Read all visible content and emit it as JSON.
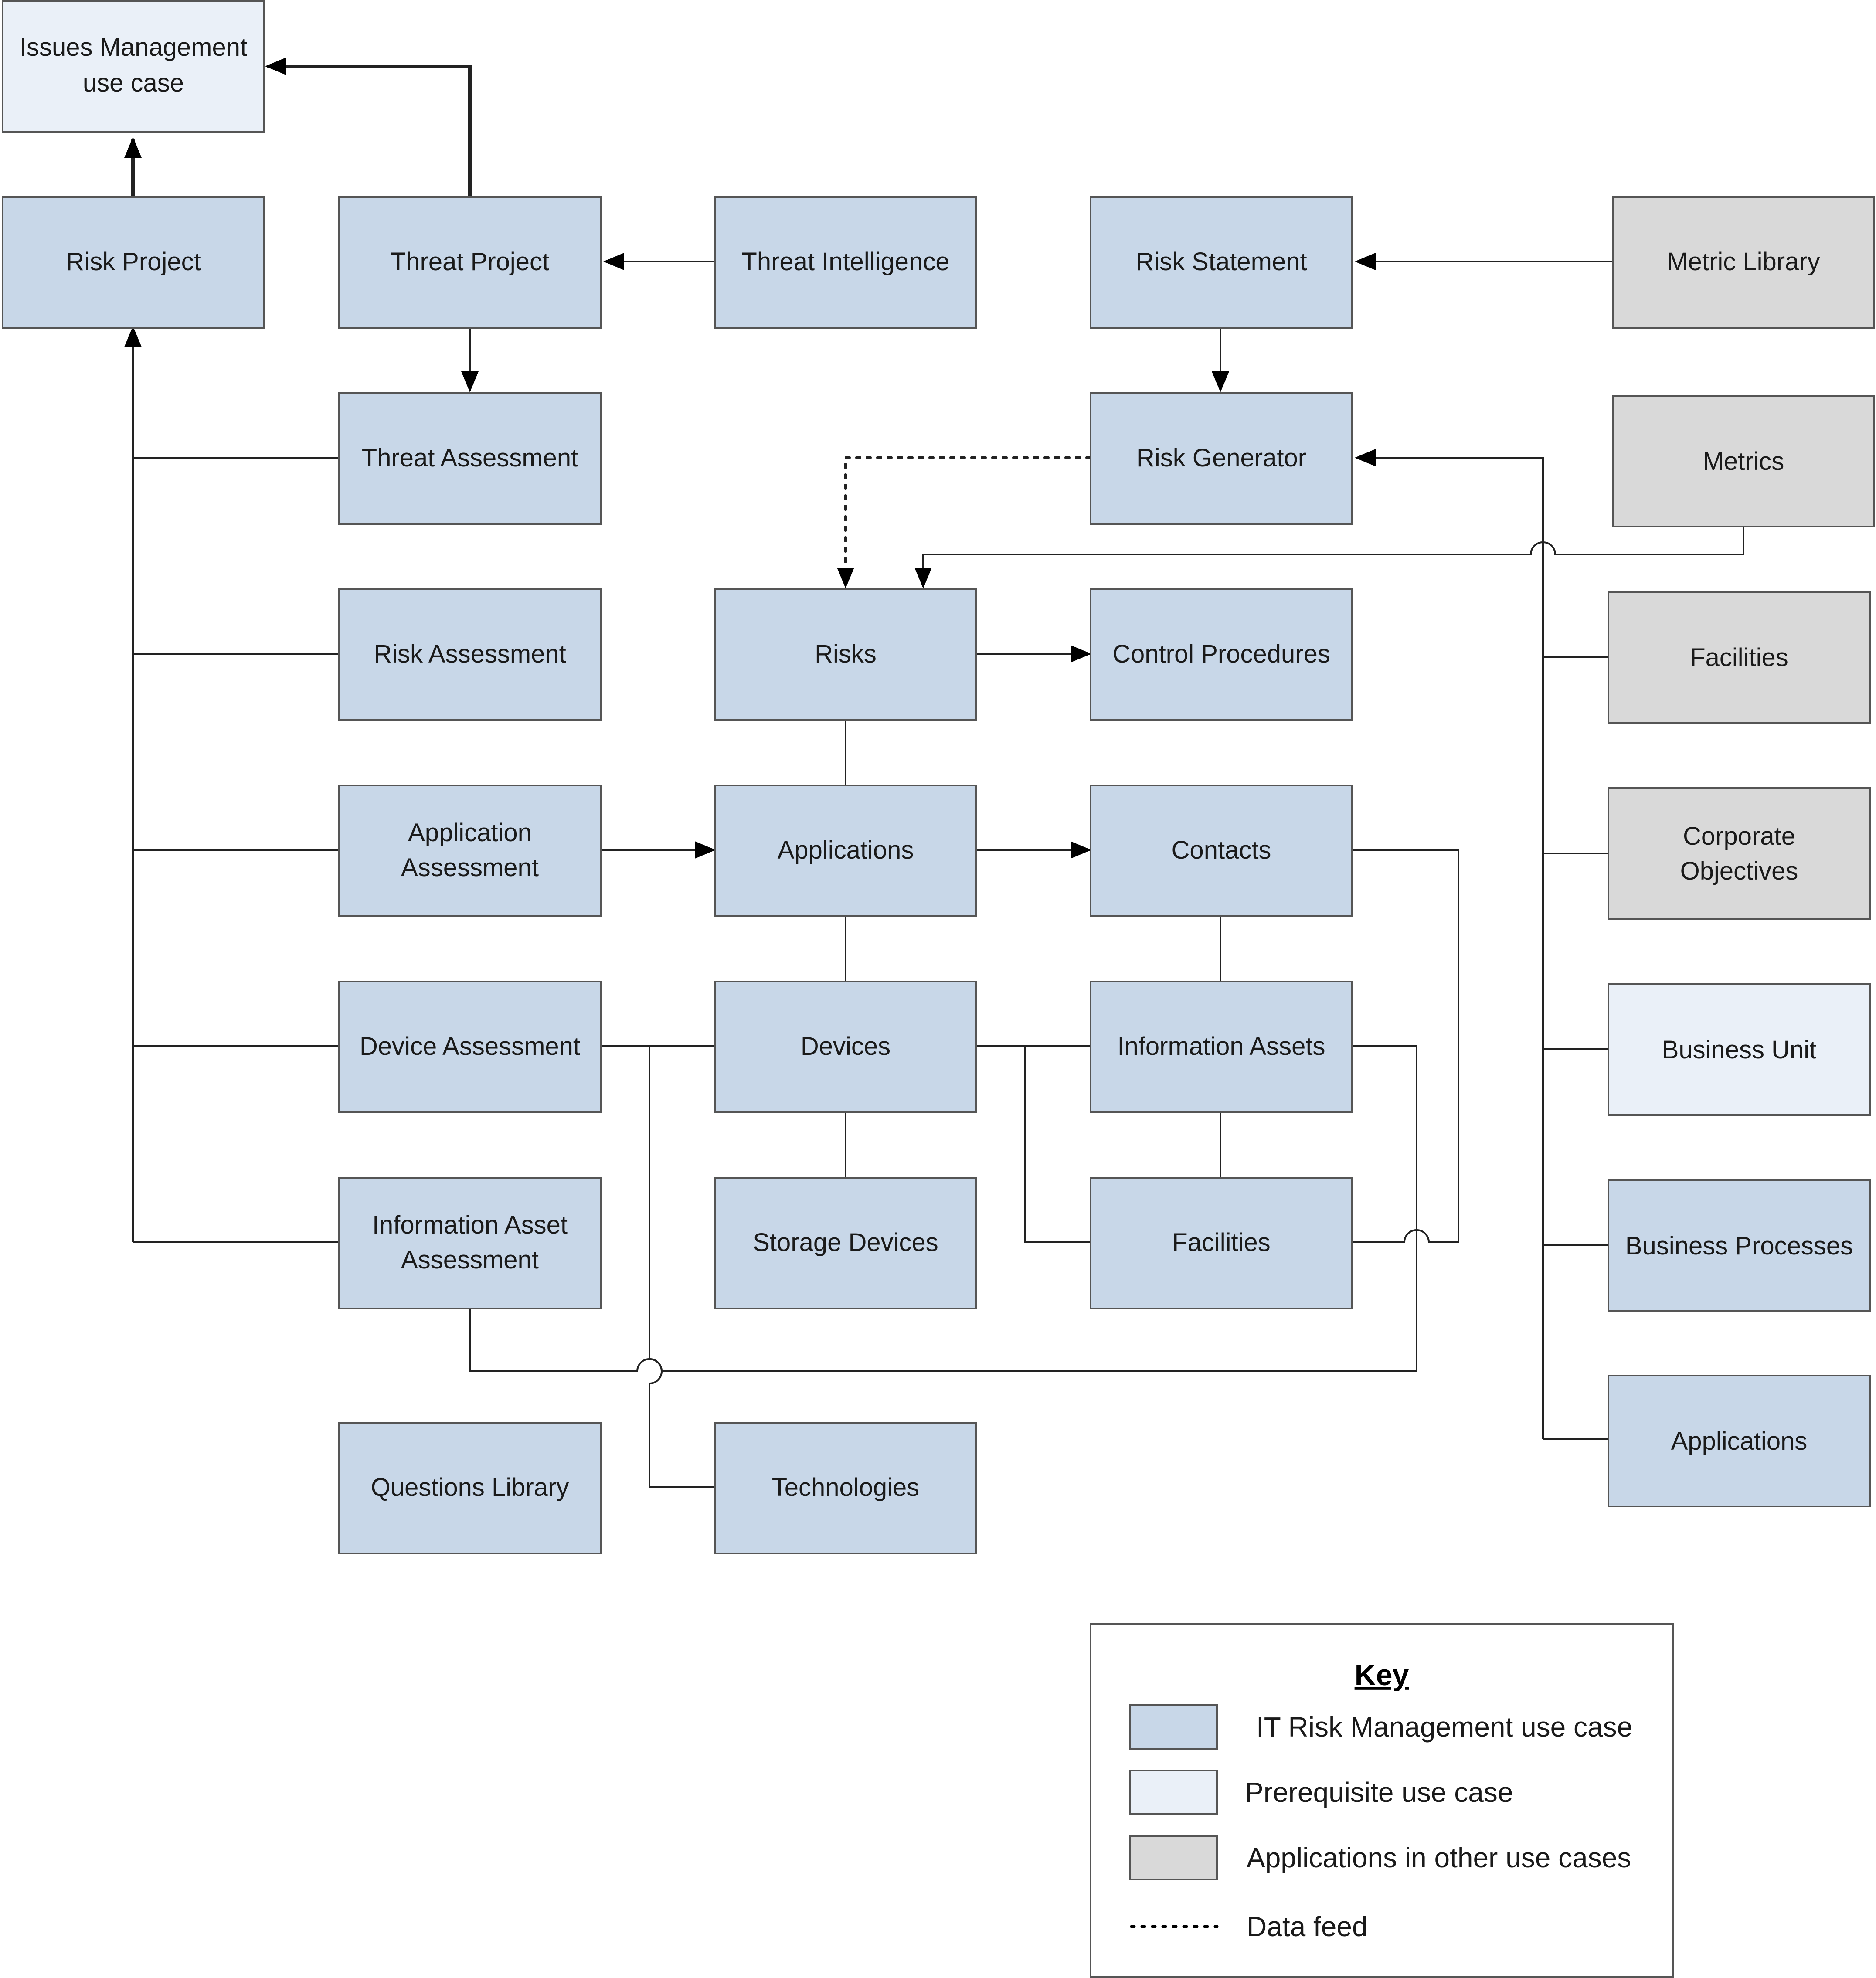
{
  "colors": {
    "it_risk": "#c8d7e8",
    "prerequisite": "#eaf0f8",
    "other": "#d9d9d9",
    "stroke": "#555555"
  },
  "nodes": {
    "issues_mgmt": {
      "text": [
        "Issues Management",
        "use case"
      ],
      "kind": "prerequisite"
    },
    "risk_project": {
      "text": [
        "Risk Project"
      ],
      "kind": "it_risk"
    },
    "threat_project": {
      "text": [
        "Threat Project"
      ],
      "kind": "it_risk"
    },
    "threat_intel": {
      "text": [
        "Threat Intelligence"
      ],
      "kind": "it_risk"
    },
    "risk_statement": {
      "text": [
        "Risk Statement"
      ],
      "kind": "it_risk"
    },
    "metric_library": {
      "text": [
        "Metric Library"
      ],
      "kind": "other"
    },
    "threat_assessment": {
      "text": [
        "Threat Assessment"
      ],
      "kind": "it_risk"
    },
    "risk_generator": {
      "text": [
        "Risk Generator"
      ],
      "kind": "it_risk"
    },
    "metrics": {
      "text": [
        "Metrics"
      ],
      "kind": "other"
    },
    "risk_assessment": {
      "text": [
        "Risk Assessment"
      ],
      "kind": "it_risk"
    },
    "risks": {
      "text": [
        "Risks"
      ],
      "kind": "it_risk"
    },
    "control_procedures": {
      "text": [
        "Control Procedures"
      ],
      "kind": "it_risk"
    },
    "facilities_other": {
      "text": [
        "Facilities"
      ],
      "kind": "other"
    },
    "app_assessment": {
      "text": [
        "Application",
        "Assessment"
      ],
      "kind": "it_risk"
    },
    "applications": {
      "text": [
        "Applications"
      ],
      "kind": "it_risk"
    },
    "contacts": {
      "text": [
        "Contacts"
      ],
      "kind": "it_risk"
    },
    "corporate_objectives": {
      "text": [
        "Corporate",
        "Objectives"
      ],
      "kind": "other"
    },
    "device_assessment": {
      "text": [
        "Device Assessment"
      ],
      "kind": "it_risk"
    },
    "devices": {
      "text": [
        "Devices"
      ],
      "kind": "it_risk"
    },
    "info_assets": {
      "text": [
        "Information Assets"
      ],
      "kind": "it_risk"
    },
    "business_unit": {
      "text": [
        "Business Unit"
      ],
      "kind": "prerequisite"
    },
    "info_asset_assessment": {
      "text": [
        "Information Asset",
        "Assessment"
      ],
      "kind": "it_risk"
    },
    "storage_devices": {
      "text": [
        "Storage Devices"
      ],
      "kind": "it_risk"
    },
    "facilities": {
      "text": [
        "Facilities"
      ],
      "kind": "it_risk"
    },
    "business_processes": {
      "text": [
        "Business Processes"
      ],
      "kind": "it_risk"
    },
    "questions_library": {
      "text": [
        "Questions Library"
      ],
      "kind": "it_risk"
    },
    "technologies": {
      "text": [
        "Technologies"
      ],
      "kind": "it_risk"
    },
    "applications_right": {
      "text": [
        "Applications"
      ],
      "kind": "it_risk"
    }
  },
  "key": {
    "title": "Key",
    "items": [
      {
        "label": "IT Risk Management use case",
        "kind": "it_risk"
      },
      {
        "label": "Prerequisite use case",
        "kind": "prerequisite"
      },
      {
        "label": "Applications in other use cases",
        "kind": "other"
      },
      {
        "label": "Data feed",
        "kind": "datafeed"
      }
    ]
  }
}
